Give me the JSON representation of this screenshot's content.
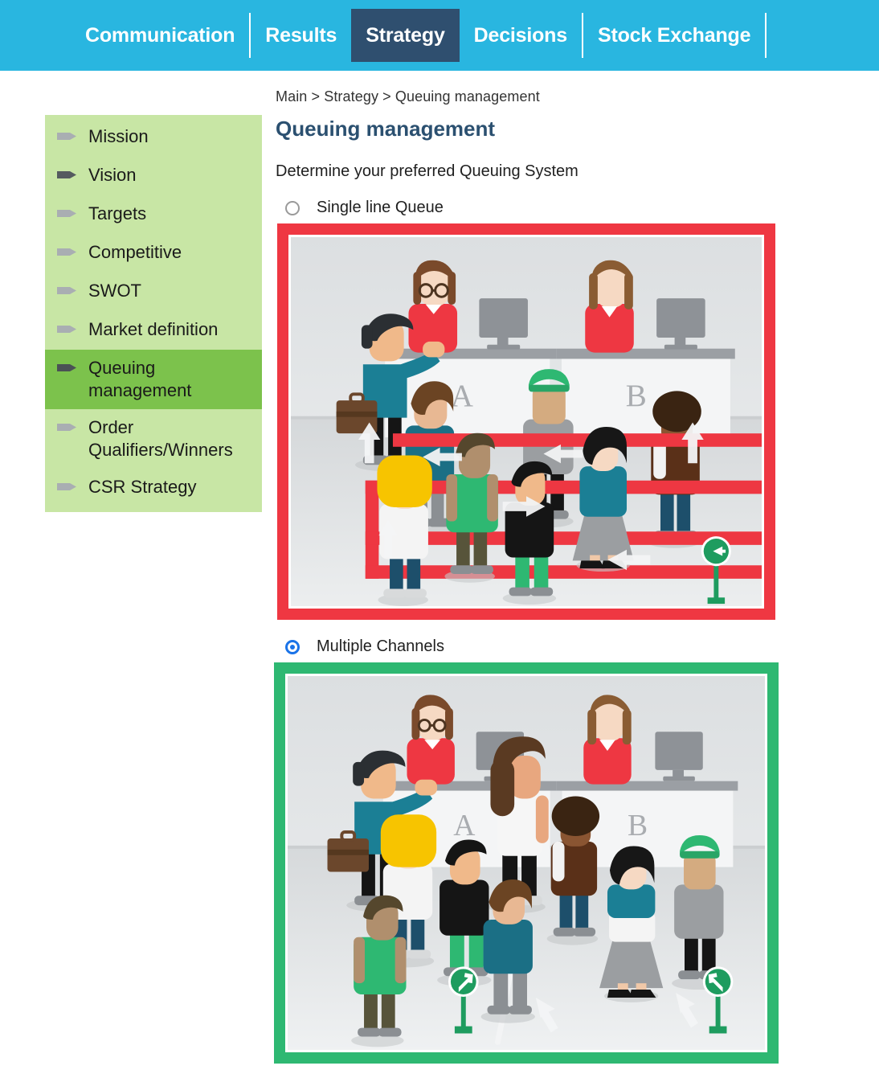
{
  "nav": {
    "items": [
      {
        "label": "Communication",
        "active": false
      },
      {
        "label": "Results",
        "active": false
      },
      {
        "label": "Strategy",
        "active": true
      },
      {
        "label": "Decisions",
        "active": false
      },
      {
        "label": "Stock Exchange",
        "active": false
      }
    ]
  },
  "sidebar": {
    "items": [
      {
        "label": "Mission",
        "marker": "arrow-light",
        "current": false
      },
      {
        "label": "Vision",
        "marker": "arrow-dark",
        "current": false
      },
      {
        "label": "Targets",
        "marker": "arrow-light",
        "current": false
      },
      {
        "label": "Competitive",
        "marker": "arrow-light",
        "current": false
      },
      {
        "label": "SWOT",
        "marker": "arrow-light",
        "current": false
      },
      {
        "label": "Market definition",
        "marker": "arrow-light",
        "current": false
      },
      {
        "label": "Queuing management",
        "marker": "arrow-dark",
        "current": true
      },
      {
        "label": "Order Qualifiers/Winners",
        "marker": "arrow-light",
        "current": false
      },
      {
        "label": "CSR Strategy",
        "marker": "arrow-light",
        "current": false
      }
    ]
  },
  "main": {
    "breadcrumb": "Main > Strategy > Queuing management",
    "title": "Queuing management",
    "subtitle": "Determine your preferred Queuing System",
    "options": [
      {
        "label": "Single line Queue",
        "selected": false,
        "frame_color": "#ef3742"
      },
      {
        "label": "Multiple Channels",
        "selected": true,
        "frame_color": "#2eb872"
      }
    ],
    "illustration_labels": {
      "counter_a": "A",
      "counter_b": "B"
    }
  },
  "colors": {
    "nav_background": "#29b6e0",
    "nav_active": "#2f4f6f",
    "sidebar_background": "#c8e6a5",
    "sidebar_active": "#7cc24c",
    "title": "#2b5070",
    "radio_selected": "#1a73e8",
    "frame_red": "#ef3742",
    "frame_green": "#2eb872"
  }
}
